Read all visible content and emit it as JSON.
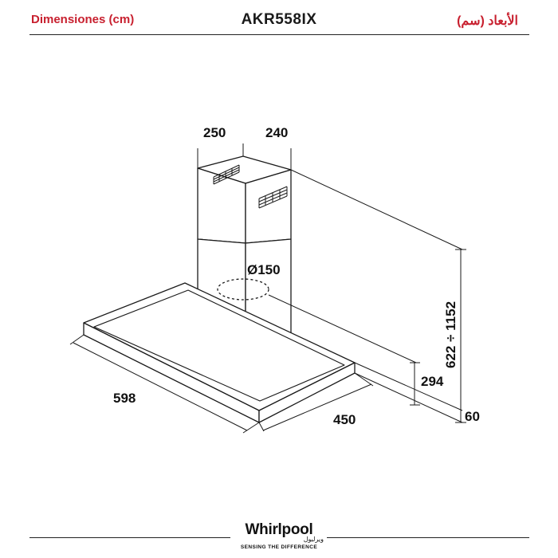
{
  "header": {
    "left_title": "Dimensiones (cm)",
    "model": "AKR558IX",
    "right_title": "الأبعاد (سم)"
  },
  "diagram": {
    "chimney_depth": "250",
    "chimney_width": "240",
    "duct_diameter": "Ø150",
    "height_range": "622 ÷ 1152",
    "canopy_height": "294",
    "body_thickness": "60",
    "width": "598",
    "depth": "450"
  },
  "footer": {
    "brand": "Whirlpool",
    "brand_arabic": "ويرلبول",
    "tagline": "SENSING THE DIFFERENCE"
  }
}
